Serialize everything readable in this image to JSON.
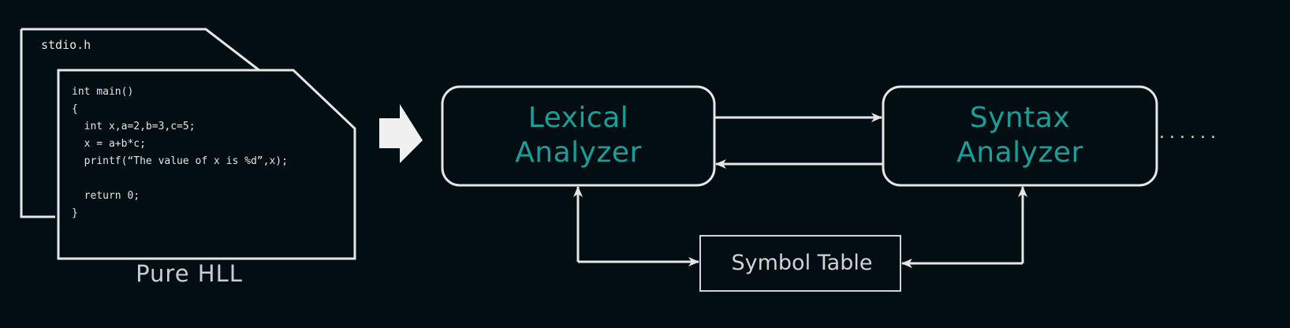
{
  "source_files": {
    "header_file": {
      "name": "stdio.h"
    },
    "main_file": {
      "code_lines": [
        "int main()",
        "{",
        "  int x,a=2,b=3,c=5;",
        "  x = a+b*c;",
        "  printf(“The value of x is %d”,x);",
        "",
        "  return 0;",
        "}"
      ]
    },
    "caption": "Pure HLL"
  },
  "phases": {
    "lexical": {
      "line1": "Lexical",
      "line2": "Analyzer"
    },
    "syntax": {
      "line1": "Syntax",
      "line2": "Analyzer"
    },
    "continuation": "......"
  },
  "symbol_table": {
    "label": "Symbol Table"
  },
  "colors": {
    "background": "#030e12",
    "phase_text": "#1a9e9a",
    "stroke": "#e6e6e6"
  }
}
